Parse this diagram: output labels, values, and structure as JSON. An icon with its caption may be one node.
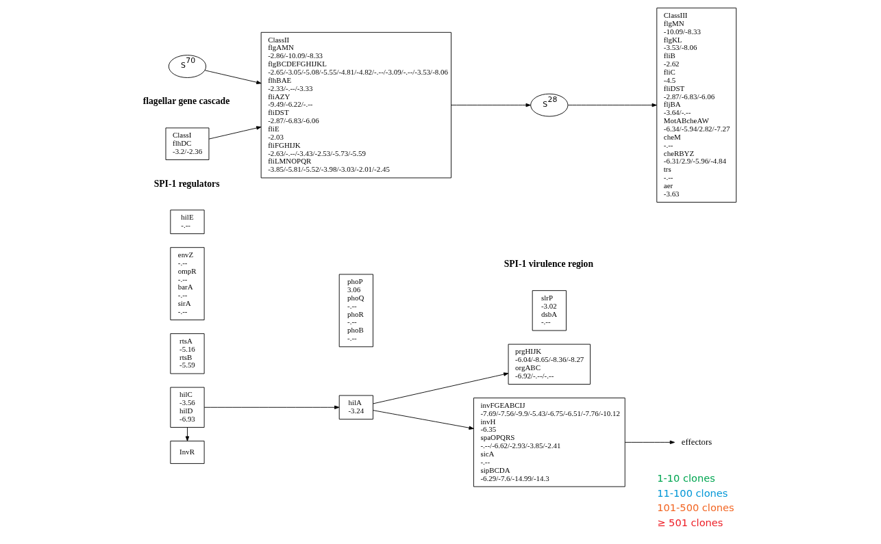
{
  "diagram": {
    "nodes": [
      {
        "text": [
          "hilE",
          "-.--"
        ]
      },
      {
        "text": [
          "envZ",
          "-.--",
          "ompR",
          "-.--",
          "barA",
          "-.--",
          "sirA",
          "-.--"
        ]
      },
      {
        "text": [
          "rtsA",
          "-5.16",
          "rtsB",
          "-5.59"
        ]
      },
      {
        "text": [
          "phoP",
          "3.06",
          "phoQ",
          "-.--",
          "phoR",
          "-.--",
          "phoB",
          "-.--"
        ]
      },
      {
        "text": [
          "slrP",
          "-3.02",
          "dsbA",
          "-.--"
        ]
      },
      {
        "text": [
          "hilC",
          "-3.56",
          "hilD",
          "-6.93"
        ]
      },
      {
        "text": [
          "InvR"
        ]
      },
      {
        "text": [
          "hilA",
          "-3.24"
        ]
      },
      {
        "text": [
          "invFGEABCIJ",
          "-7.69/-7.56/-9.9/-5.43/-6.75/-6.51/-7.76/-10.12",
          "invH",
          "-6.35",
          "spaOPQRS",
          "-.--/-6.62/-2.93/-3.85/-2.41",
          "sicA",
          "-.--",
          "sipBCDA",
          "-6.29/-7.6/-14.99/-14.3"
        ]
      },
      {
        "text": [
          "prgHIJK",
          "-6.04/-8.65/-8.36/-8.27",
          "orgABC",
          "-6.92/-.--/-.--"
        ]
      },
      {
        "text": [
          "effectors"
        ]
      },
      {
        "text": [
          "ClassI",
          "flhDC",
          "-3.2/-2.36"
        ]
      },
      {
        "text": [
          "S$^{70}$"
        ]
      },
      {
        "text": [
          "ClassII",
          "flgAMN",
          "-2.86/-10.09/-8.33",
          "flgBCDEFGHIJKL",
          "-2.65/-3.05/-5.08/-5.55/-4.81/-4.82/-.--/-3.09/-.--/-3.53/-8.06",
          "flhBAE",
          "-2.33/-.--/-3.33",
          "fliAZY",
          "-9.49/-6.22/-.--",
          "fliDST",
          "-2.87/-6.83/-6.06",
          "fliE",
          "-2.03",
          "fliFGHIJK",
          "-2.63/-.--/-3.43/-2.53/-5.73/-5.59",
          "fliLMNOPQR",
          "-3.85/-5.81/-5.52/-3.98/-3.03/-2.01/-2.45"
        ]
      },
      {
        "text": [
          "S$^{28}$"
        ]
      },
      {
        "text": [
          "ClassIII",
          "flgMN",
          "-10.09/-8.33",
          "flgKL",
          "-3.53/-8.06",
          "fliB",
          "-2.62",
          "fliC",
          "-4.5",
          "fliDST",
          "-2.87/-6.83/-6.06",
          "fljBA",
          "-3.64/-.--",
          "MotABcheAW",
          "-6.34/-5.94/2.82/-7.27",
          "cheM",
          "-.--",
          "cheRBYZ",
          "-6.31/2.9/-5.96/-4.84",
          "trs",
          "-.--",
          "aer",
          "-3.63"
        ]
      }
    ],
    "edges": [
      {
        "from": 5,
        "to": 7,
        "arrow": "to"
      },
      {
        "from": 5,
        "to": 6,
        "arrow": "to"
      },
      {
        "from": 7,
        "to": 8,
        "arrow": "to"
      },
      {
        "from": 7,
        "to": 9,
        "arrow": "to"
      },
      {
        "from": 8,
        "to": 10,
        "arrow": "to"
      },
      {
        "from": 11,
        "to": 13,
        "arrow": "to"
      },
      {
        "from": 12,
        "to": 13,
        "arrow": "to"
      },
      {
        "from": 13,
        "to": 14,
        "arrow": "to"
      },
      {
        "from": 14,
        "to": 15,
        "arrow": "to"
      }
    ],
    "labels": [
      "SPI-1 regulators",
      "SPI-1 virulence region",
      "flagellar gene cascade"
    ],
    "legend": [
      {
        "text": "1-10 clones",
        "color": "#00a651"
      },
      {
        "text": "11-100 clones",
        "color": "#0096d6"
      },
      {
        "text": "101-500 clones",
        "color": "#f26522"
      },
      {
        "text": "≥ 501 clones",
        "color": "#ed1c24"
      }
    ]
  }
}
